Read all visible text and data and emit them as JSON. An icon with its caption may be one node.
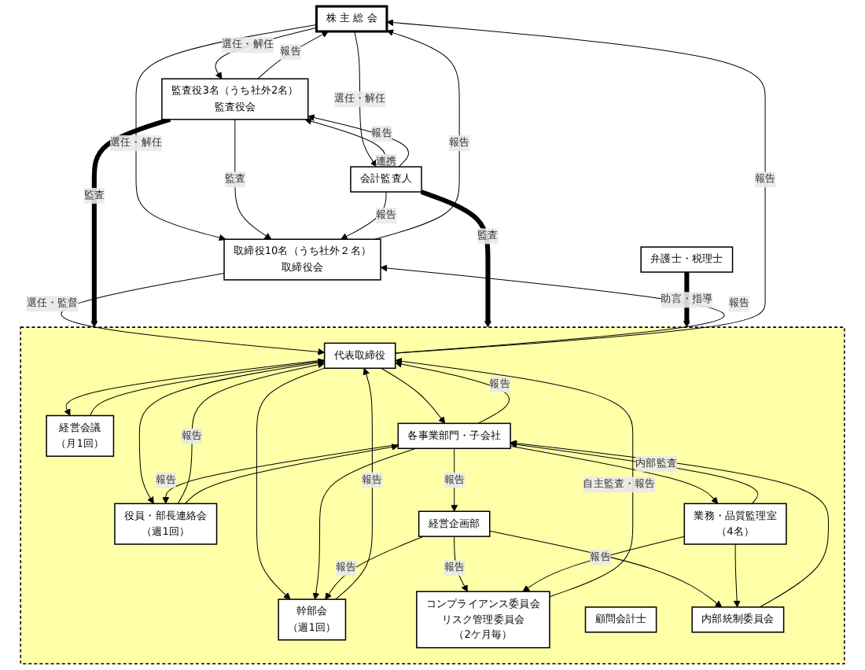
{
  "diagram": {
    "nodes": [
      {
        "text": [
          "株 主 総 会"
        ]
      },
      {
        "text": [
          "取締役10名（うち社外２名）",
          "取締役会"
        ]
      },
      {
        "text": [
          "監査役3名（うち社外2名）",
          "監査役会"
        ]
      },
      {
        "text": [
          "会計監査人"
        ]
      },
      {
        "text": [],
        "shape": "box"
      },
      {
        "text": [
          "代表取締役"
        ],
        "in": 4
      },
      {
        "text": [
          "経営会議",
          "（月1回）"
        ],
        "in": 4
      },
      {
        "text": [
          "幹部会",
          "（週1回）"
        ],
        "in": 4
      },
      {
        "text": [
          "コンプライアンス委員会",
          "リスク管理委員会",
          "（2ケ月毎）"
        ],
        "in": 4
      },
      {
        "text": [
          "役員・部長連絡会",
          "（週1回）"
        ],
        "in": 4
      },
      {
        "text": [
          "経営企画部"
        ],
        "in": 4
      },
      {
        "text": [
          "業務・品質監理室",
          "（4名）"
        ],
        "in": 4
      },
      {
        "text": [
          "顧問会計士"
        ],
        "in": 4
      },
      {
        "text": [
          "内部統制委員会"
        ],
        "in": 4
      },
      {
        "text": [
          "各事業部門・子会社"
        ],
        "in": 4
      },
      {
        "text": [
          "弁護士・税理士"
        ]
      }
    ],
    "edges": [
      {
        "from": 0,
        "to": 1,
        "arrow": "to",
        "label": "選任・解任"
      },
      {
        "from": 1,
        "to": 0,
        "arrow": "to",
        "label": "報告"
      },
      {
        "from": 0,
        "to": 2,
        "arrow": "to",
        "label": "選任・解任"
      },
      {
        "from": 2,
        "to": 0,
        "arrow": "to",
        "label": "報告"
      },
      {
        "from": 0,
        "to": 3,
        "arrow": "to",
        "label": "選任・解任"
      },
      {
        "from": 3,
        "to": 2,
        "arrow": "to",
        "label": "報告"
      },
      {
        "from": 2,
        "to": 3,
        "arrow": "both",
        "label": "連携"
      },
      {
        "from": 2,
        "to": 1,
        "arrow": "to",
        "label": "監査"
      },
      {
        "from": 3,
        "to": 1,
        "arrow": "to",
        "label": "報告"
      },
      {
        "from": 1,
        "to": 5,
        "arrow": "to",
        "label": "選任・監督"
      },
      {
        "from": 5,
        "to": 1,
        "arrow": "to",
        "label": "報告"
      },
      {
        "from": 5,
        "to": 0,
        "arrow": "to",
        "label": "報告"
      },
      {
        "from": 2,
        "to": 4,
        "arrow": "to",
        "label": "監査",
        "style": "thick"
      },
      {
        "from": 3,
        "to": 4,
        "arrow": "to",
        "label": "監査",
        "style": "thick"
      },
      {
        "from": 15,
        "to": 4,
        "arrow": "to",
        "label": "助言・指導",
        "style": "thick"
      },
      {
        "from": 5,
        "to": 6,
        "arrow": "to"
      },
      {
        "from": 6,
        "to": 5,
        "arrow": "to"
      },
      {
        "from": 5,
        "to": 7,
        "arrow": "to"
      },
      {
        "from": 7,
        "to": 5,
        "arrow": "to",
        "label": "報告"
      },
      {
        "from": 5,
        "to": 14,
        "arrow": "to"
      },
      {
        "from": 14,
        "to": 5,
        "arrow": "to",
        "label": "報告"
      },
      {
        "from": 5,
        "to": 9,
        "arrow": "to"
      },
      {
        "from": 9,
        "to": 5,
        "arrow": "to",
        "label": "報告"
      },
      {
        "from": 8,
        "to": 5,
        "arrow": "to"
      },
      {
        "from": 9,
        "to": 14,
        "arrow": "to"
      },
      {
        "from": 14,
        "to": 9,
        "arrow": "to",
        "label": "報告"
      },
      {
        "from": 14,
        "to": 7,
        "arrow": "to"
      },
      {
        "from": 10,
        "to": 7,
        "arrow": "to",
        "label": "報告"
      },
      {
        "from": 10,
        "to": 8,
        "arrow": "to",
        "label": "報告"
      },
      {
        "from": 11,
        "to": 8,
        "arrow": "to",
        "label": "報告"
      },
      {
        "from": 10,
        "to": 13,
        "arrow": "to"
      },
      {
        "from": 11,
        "to": 13,
        "arrow": "to"
      },
      {
        "from": 14,
        "to": 10,
        "arrow": "to",
        "label": "報告"
      },
      {
        "from": 13,
        "to": 14,
        "arrow": "to"
      },
      {
        "from": 11,
        "to": 14,
        "arrow": "to",
        "label": "内部監査"
      },
      {
        "from": 14,
        "to": 11,
        "arrow": "to",
        "label": "自主監査・報告"
      }
    ]
  }
}
